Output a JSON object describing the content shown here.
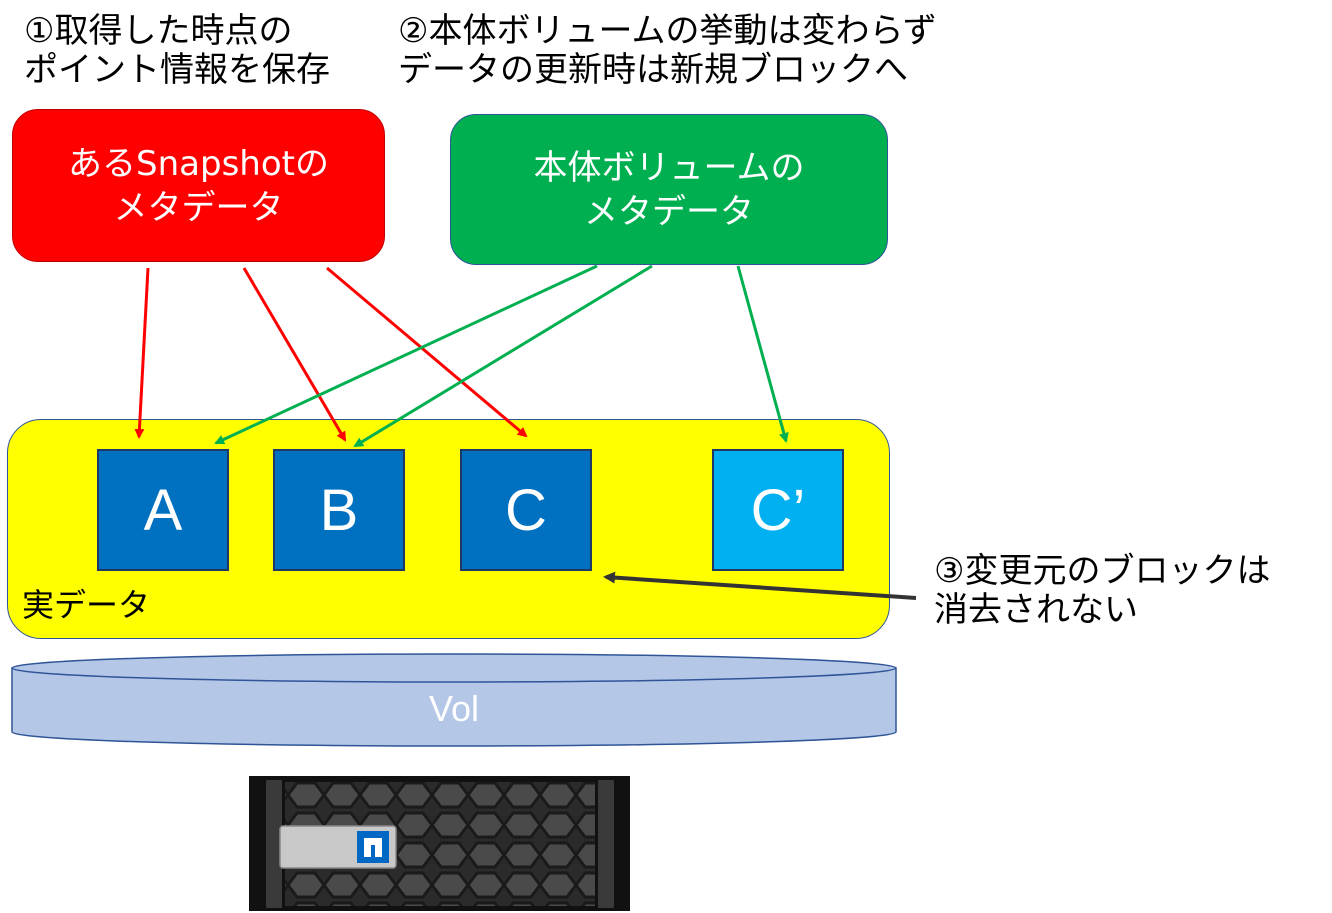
{
  "notes": {
    "note1": [
      "①取得した時点の",
      "ポイント情報を保存"
    ],
    "note2": [
      "②本体ボリュームの挙動は変わらず",
      "データの更新時は新規ブロックへ"
    ],
    "note3": [
      "③変更元のブロックは",
      "消去されない"
    ]
  },
  "snapshot_metadata": {
    "line1": "あるSnapshotの",
    "line2": "メタデータ"
  },
  "volume_metadata": {
    "line1": "本体ボリュームの",
    "line2": "メタデータ"
  },
  "data_area": {
    "label": "実データ"
  },
  "blocks": [
    "A",
    "B",
    "C",
    "C’"
  ],
  "volume": {
    "label": "Vol"
  },
  "colors": {
    "snapshot": "#ff0000",
    "volume_metadata": "#00b050",
    "data_area": "#ffff00",
    "block": "#0070c0",
    "new_block": "#00b0f0",
    "disk": "#b4c7e7",
    "arrow_snapshot": "#ff0000",
    "arrow_volume": "#00b050"
  },
  "icons": {
    "storage": "storage-array-icon"
  }
}
